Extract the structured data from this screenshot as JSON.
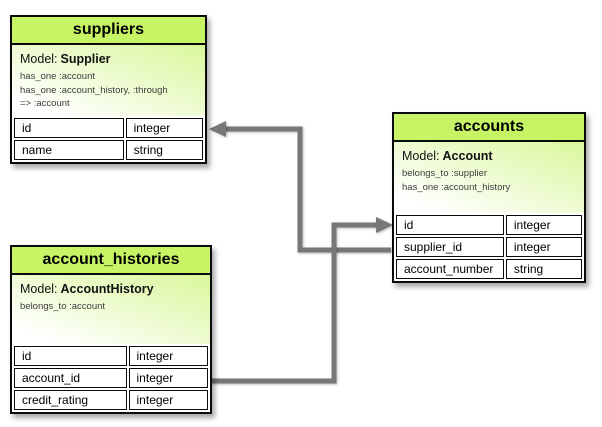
{
  "colors": {
    "header_green": "#c7f464",
    "gradient_top": "#d9f79b",
    "border_black": "#0a0a0a",
    "connector_gray": "#777777"
  },
  "tables": {
    "suppliers": {
      "title": "suppliers",
      "model_prefix": "Model:",
      "model_name": "Supplier",
      "assoc": [
        "has_one :account",
        "has_one :account_history, :through",
        "=> :account"
      ],
      "rows": [
        {
          "field": "id",
          "type": "integer"
        },
        {
          "field": "name",
          "type": "string"
        }
      ]
    },
    "accounts": {
      "title": "accounts",
      "model_prefix": "Model:",
      "model_name": "Account",
      "assoc": [
        "belongs_to :supplier",
        "has_one :account_history"
      ],
      "rows": [
        {
          "field": "id",
          "type": "integer"
        },
        {
          "field": "supplier_id",
          "type": "integer"
        },
        {
          "field": "account_number",
          "type": "string"
        }
      ]
    },
    "account_histories": {
      "title": "account_histories",
      "model_prefix": "Model:",
      "model_name": "AccountHistory",
      "assoc": [
        "belongs_to :account"
      ],
      "rows": [
        {
          "field": "id",
          "type": "integer"
        },
        {
          "field": "account_id",
          "type": "integer"
        },
        {
          "field": "credit_rating",
          "type": "integer"
        }
      ]
    }
  },
  "connections": [
    {
      "from": "accounts.supplier_id",
      "to": "suppliers.id"
    },
    {
      "from": "account_histories.account_id",
      "to": "accounts.id"
    }
  ]
}
